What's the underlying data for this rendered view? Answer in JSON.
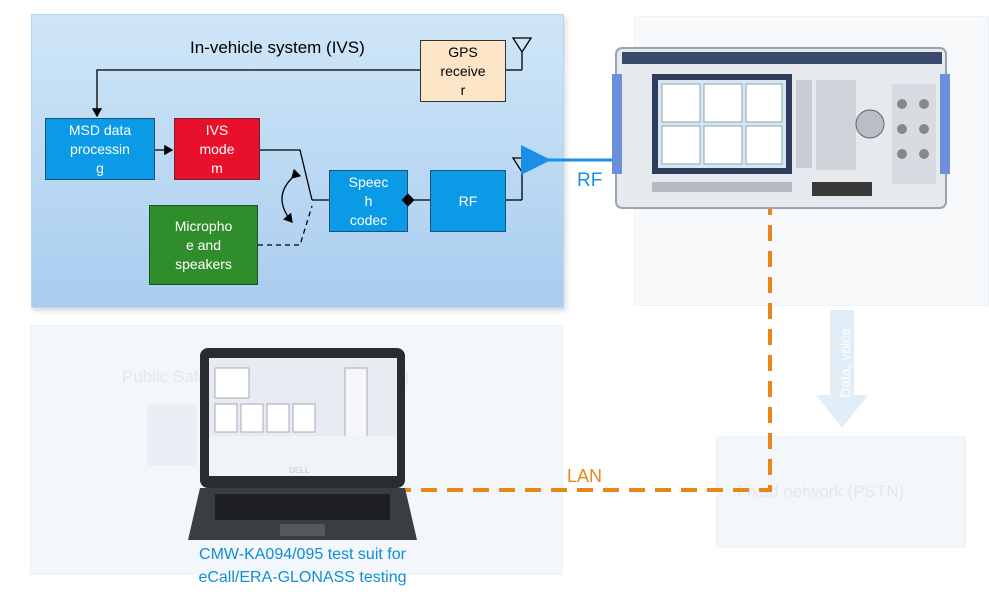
{
  "ivs": {
    "title": "In-vehicle system (IVS)",
    "gps": "GPS\nreceive\nr",
    "msd": "MSD data\nprocessin\ng",
    "modem": "IVS\nmode\nm",
    "mic": "Micropho\ne and\nspeakers",
    "codec": "Speec\nh\ncodec",
    "rf": "RF"
  },
  "links": {
    "rf": "RF",
    "lan": "LAN"
  },
  "background": {
    "psap": "Public Safety Answering Point (PSAP)",
    "pstn": "Fixed network (PSTN)",
    "data_voice": "Data, voice"
  },
  "laptop": {
    "brand": "DELL"
  },
  "caption": "CMW-KA094/095 test suit for\neCall/ERA-GLONASS testing",
  "colors": {
    "blue": "#0b9be6",
    "red": "#e8102a",
    "green": "#2f8d2c",
    "orange": "#e8861a",
    "rf_arrow": "#1a8ee6"
  }
}
